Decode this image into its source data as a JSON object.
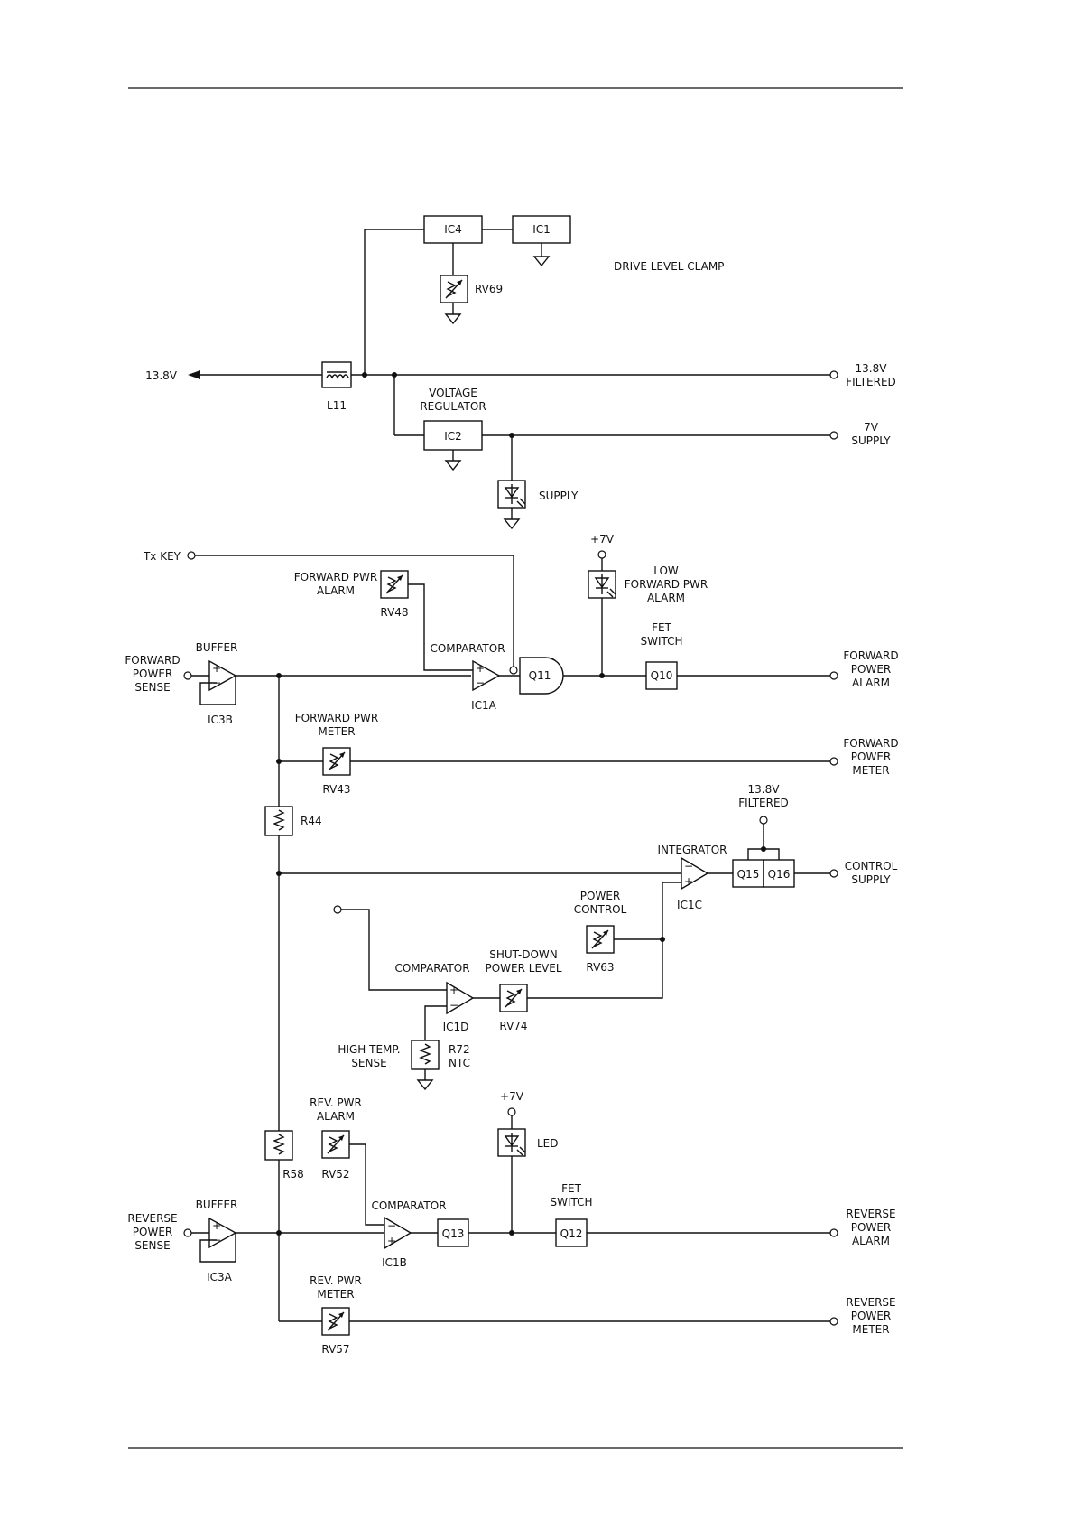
{
  "diagram": {
    "components": {
      "ic4": "IC4",
      "ic1": "IC1",
      "ic2": "IC2",
      "l11": "L11",
      "rv69": "RV69",
      "rv48": "RV48",
      "rv43": "RV43",
      "rv63": "RV63",
      "rv74": "RV74",
      "rv52": "RV52",
      "rv57": "RV57",
      "r44": "R44",
      "r58": "R58",
      "r72": "R72",
      "ntc": "NTC",
      "ic1a": "IC1A",
      "ic1b": "IC1B",
      "ic1c": "IC1C",
      "ic1d": "IC1D",
      "ic3a": "IC3A",
      "ic3b": "IC3B",
      "q10": "Q10",
      "q11": "Q11",
      "q12": "Q12",
      "q13": "Q13",
      "q15": "Q15",
      "q16": "Q16"
    },
    "labels": {
      "drive_level_clamp": "DRIVE LEVEL CLAMP",
      "voltage": "VOLTAGE",
      "regulator": "REGULATOR",
      "supply": "SUPPLY",
      "fwd_pwr_alarm_1": "FORWARD PWR",
      "fwd_pwr_alarm_2": "ALARM",
      "comparator_top": "COMPARATOR",
      "buffer_top": "BUFFER",
      "low": "LOW",
      "low_fwd_pwr": "FORWARD PWR",
      "low_alarm": "ALARM",
      "fet": "FET",
      "switch": "SWITCH",
      "fwd_pwr_meter_1": "FORWARD PWR",
      "fwd_pwr_meter_2": "METER",
      "integrator": "INTEGRATOR",
      "filtered_138v_1": "13.8V",
      "filtered_138v_2": "FILTERED",
      "power_control_1": "POWER",
      "power_control_2": "CONTROL",
      "shutdown_1": "SHUT-DOWN",
      "shutdown_2": "POWER LEVEL",
      "comparator_mid": "COMPARATOR",
      "high_temp_1": "HIGH TEMP.",
      "high_temp_2": "SENSE",
      "plus7v_top": "+7V",
      "plus7v_bottom": "+7V",
      "led": "LED",
      "rev_pwr_alarm_1": "REV. PWR",
      "rev_pwr_alarm_2": "ALARM",
      "comparator_bot": "COMPARATOR",
      "fet_bot": "FET",
      "switch_bot": "SWITCH",
      "buffer_bot": "BUFFER",
      "rev_pwr_meter_1": "REV. PWR",
      "rev_pwr_meter_2": "METER"
    },
    "terminals": {
      "in_138v": "13.8V",
      "out_138v_1": "13.8V",
      "out_138v_2": "FILTERED",
      "out_7v_1": "7V",
      "out_7v_2": "SUPPLY",
      "tx_key": "Tx KEY",
      "fwd_sense_1": "FORWARD",
      "fwd_sense_2": "POWER",
      "fwd_sense_3": "SENSE",
      "fwd_alarm_1": "FORWARD",
      "fwd_alarm_2": "POWER",
      "fwd_alarm_3": "ALARM",
      "fwd_meter_1": "FORWARD",
      "fwd_meter_2": "POWER",
      "fwd_meter_3": "METER",
      "control_1": "CONTROL",
      "control_2": "SUPPLY",
      "rev_sense_1": "REVERSE",
      "rev_sense_2": "POWER",
      "rev_sense_3": "SENSE",
      "rev_alarm_1": "REVERSE",
      "rev_alarm_2": "POWER",
      "rev_alarm_3": "ALARM",
      "rev_meter_1": "REVERSE",
      "rev_meter_2": "POWER",
      "rev_meter_3": "METER"
    },
    "opamp_signs": {
      "plus": "+",
      "minus": "−"
    }
  }
}
